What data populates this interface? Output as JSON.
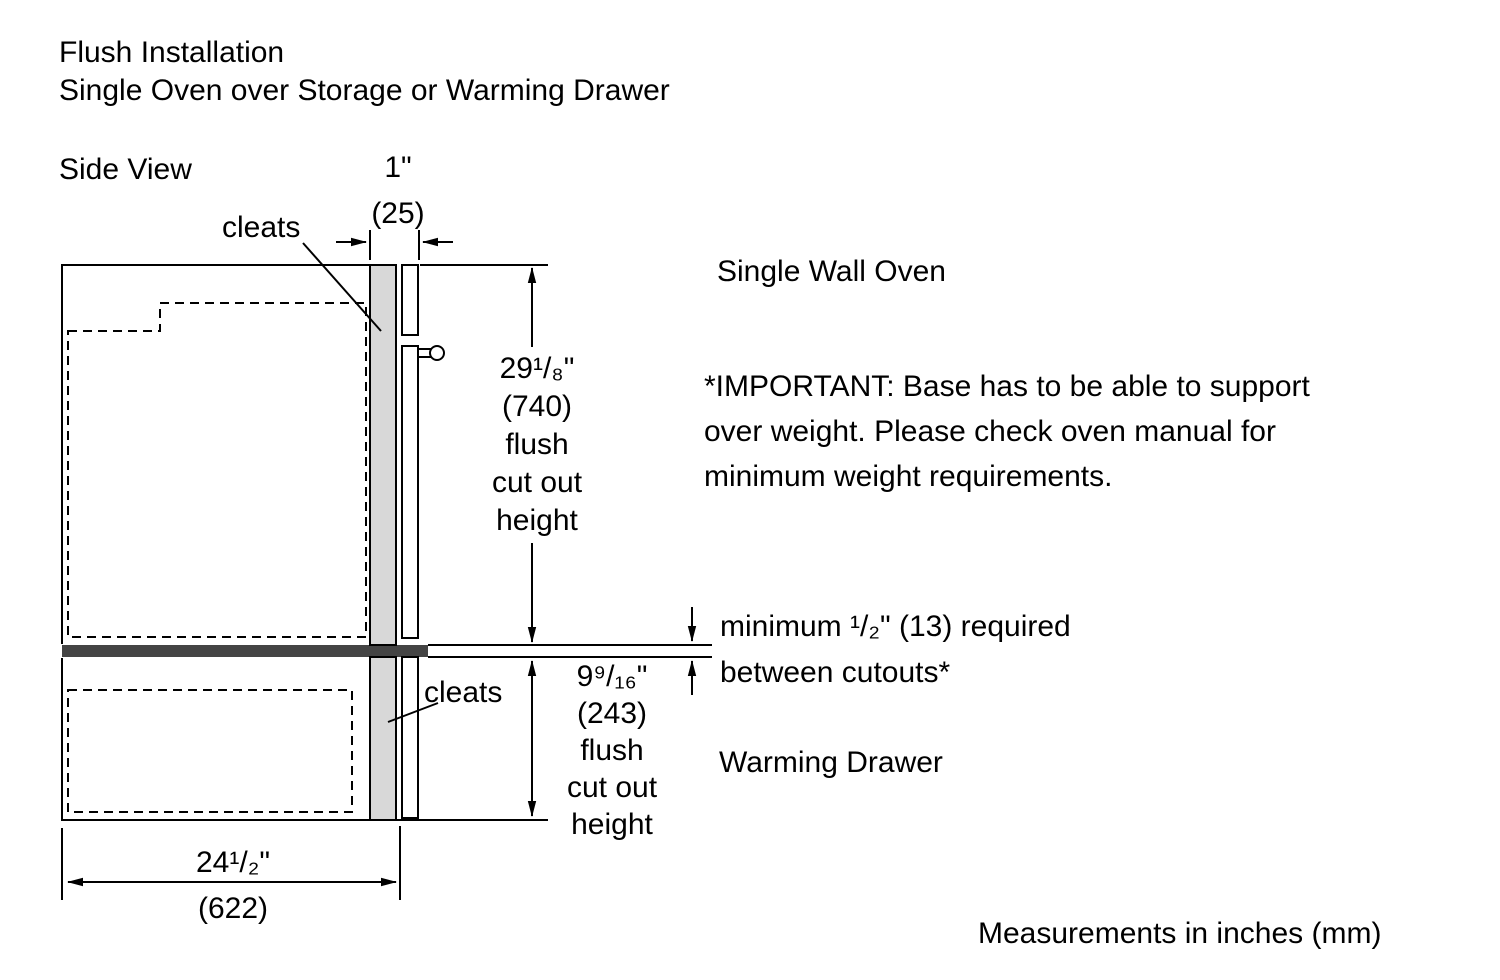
{
  "page": {
    "title_line1": "Flush Installation",
    "title_line2": "Single Oven over Storage or Warming Drawer",
    "side_view": "Side View",
    "measurements_note": "Measurements in inches (mm)"
  },
  "diagram_labels": {
    "cleats_top": "cleats",
    "cleats_bottom": "cleats",
    "single_wall_oven": "Single Wall Oven",
    "warming_drawer": "Warming Drawer"
  },
  "important_note": {
    "line1": "*IMPORTANT: Base has to be able to support",
    "line2": "over weight. Please check oven manual for",
    "line3": "minimum weight requirements."
  },
  "dimensions": {
    "cleat_width_in": "1\"",
    "cleat_width_mm": "(25)",
    "upper_in": "29¹/₈\"",
    "upper_mm": "(740)",
    "upper_desc1": "flush",
    "upper_desc2": "cut out",
    "upper_desc3": "height",
    "lower_in": "9⁹/₁₆\"",
    "lower_mm": "(243)",
    "lower_desc1": "flush",
    "lower_desc2": "cut out",
    "lower_desc3": "height",
    "gap_line1": "minimum ¹/₂\" (13) required",
    "gap_line2": "between cutouts*",
    "depth_in": "24¹/₂\"",
    "depth_mm": "(622)"
  },
  "colors": {
    "line": "#000000",
    "cleat_fill": "#d8d8d8",
    "divider_fill": "#444444",
    "background": "#ffffff"
  }
}
